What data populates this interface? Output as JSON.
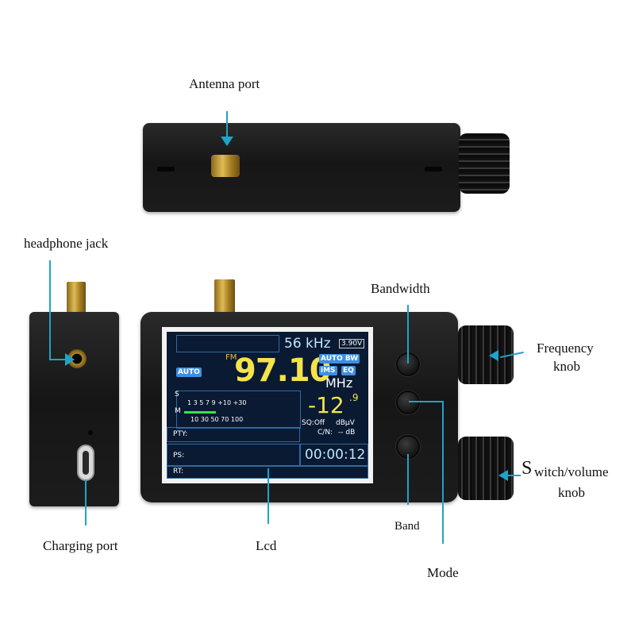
{
  "labels": {
    "antenna_port": "Antenna port",
    "headphone_jack": "headphone jack",
    "charging_port": "Charging port",
    "lcd": "Lcd",
    "bandwidth": "Bandwidth",
    "band": "Band",
    "mode": "Mode",
    "frequency_knob_line1": "Frequency",
    "frequency_knob_line2": "knob",
    "switch_volume_knob_initial": "S",
    "switch_volume_knob_line1": "witch/volume",
    "switch_volume_knob_line2": "knob"
  },
  "screen": {
    "bandwidth": "56 kHz",
    "battery": "3.90V",
    "mode": "FM",
    "auto_tag": "AUTO",
    "frequency": "97.10",
    "frequency_unit": "MHz",
    "auto_bw_tag": "AUTO BW",
    "ims_tag": "iMS",
    "eq_tag": "EQ",
    "s_label": "S",
    "m_label": "M",
    "s_scale": "1   3   5   7   9 +10   +30",
    "m_scale": "10   30   50   70      100",
    "signal_level": "-12",
    "signal_decimal": ".9",
    "signal_unit": "dBμV",
    "squelch": "SQ:Off",
    "cn_label": "C/N:",
    "cn_value": "-- dB",
    "pty_label": "PTY:",
    "ps_label": "PS:",
    "rt_label": "RT:",
    "timer": "00:00:12"
  },
  "colors": {
    "accent_line": "#1fa3c9",
    "frequency_text": "#f5e34a",
    "screen_bg": "#0a1a33"
  }
}
